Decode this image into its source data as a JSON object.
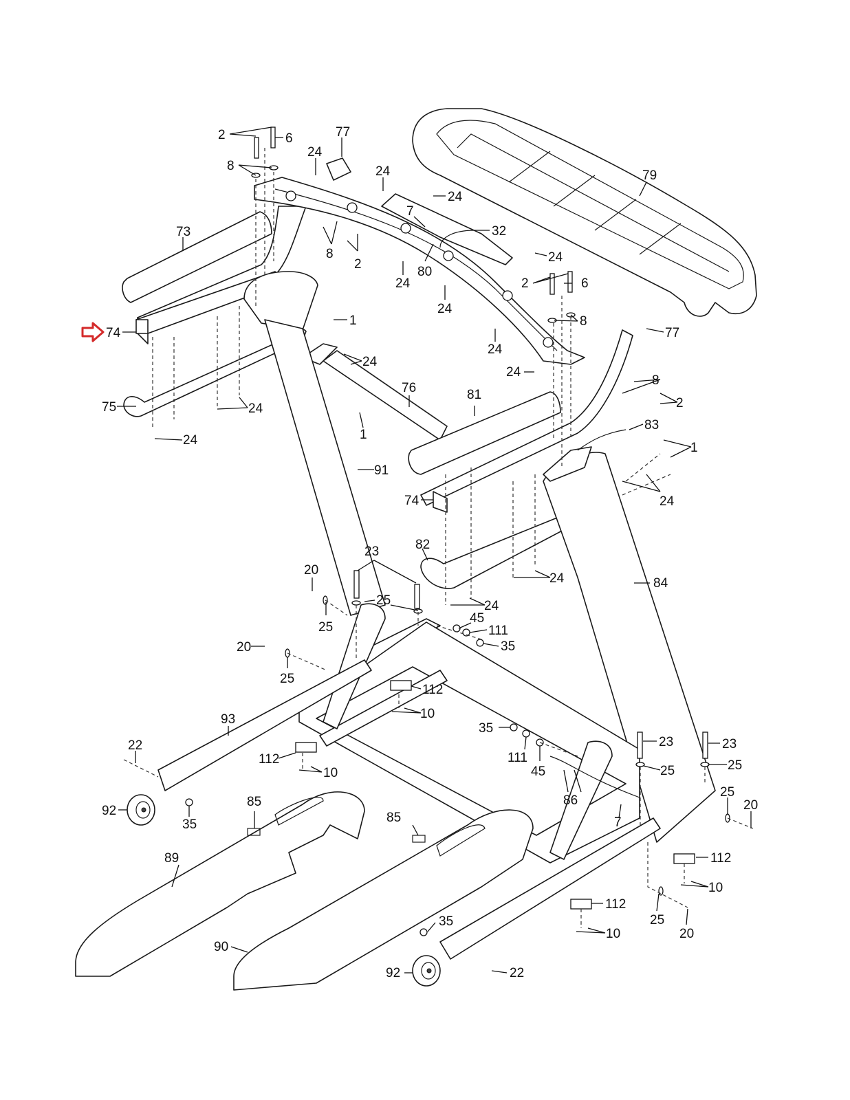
{
  "diagram": {
    "type": "exploded parts diagram",
    "highlight": {
      "part": "74",
      "indicator": "arrow-right",
      "color": "#d42a2a"
    },
    "callouts": [
      {
        "id": "c1",
        "label": "2"
      },
      {
        "id": "c2",
        "label": "6"
      },
      {
        "id": "c3",
        "label": "77"
      },
      {
        "id": "c4",
        "label": "24"
      },
      {
        "id": "c5",
        "label": "8"
      },
      {
        "id": "c6",
        "label": "24"
      },
      {
        "id": "c7",
        "label": "24"
      },
      {
        "id": "c8",
        "label": "79"
      },
      {
        "id": "c9",
        "label": "73"
      },
      {
        "id": "c10",
        "label": "7"
      },
      {
        "id": "c11",
        "label": "32"
      },
      {
        "id": "c12",
        "label": "8"
      },
      {
        "id": "c13",
        "label": "2"
      },
      {
        "id": "c14",
        "label": "24"
      },
      {
        "id": "c15",
        "label": "80"
      },
      {
        "id": "c16",
        "label": "24"
      },
      {
        "id": "c17",
        "label": "2"
      },
      {
        "id": "c18",
        "label": "6"
      },
      {
        "id": "c19",
        "label": "24"
      },
      {
        "id": "c20",
        "label": "74"
      },
      {
        "id": "c21",
        "label": "1"
      },
      {
        "id": "c22",
        "label": "8"
      },
      {
        "id": "c23",
        "label": "77"
      },
      {
        "id": "c24",
        "label": "24"
      },
      {
        "id": "c25",
        "label": "24"
      },
      {
        "id": "c26",
        "label": "24"
      },
      {
        "id": "c27",
        "label": "8"
      },
      {
        "id": "c28",
        "label": "2"
      },
      {
        "id": "c29",
        "label": "75"
      },
      {
        "id": "c30",
        "label": "24"
      },
      {
        "id": "c31",
        "label": "76"
      },
      {
        "id": "c32",
        "label": "81"
      },
      {
        "id": "c33",
        "label": "24"
      },
      {
        "id": "c34",
        "label": "1"
      },
      {
        "id": "c35",
        "label": "83"
      },
      {
        "id": "c36",
        "label": "1"
      },
      {
        "id": "c37",
        "label": "91"
      },
      {
        "id": "c38",
        "label": "74"
      },
      {
        "id": "c39",
        "label": "24"
      },
      {
        "id": "c40",
        "label": "82"
      },
      {
        "id": "c41",
        "label": "23"
      },
      {
        "id": "c42",
        "label": "20"
      },
      {
        "id": "c43",
        "label": "24"
      },
      {
        "id": "c44",
        "label": "84"
      },
      {
        "id": "c45",
        "label": "25"
      },
      {
        "id": "c46",
        "label": "25"
      },
      {
        "id": "c47",
        "label": "24"
      },
      {
        "id": "c48",
        "label": "45"
      },
      {
        "id": "c49",
        "label": "111"
      },
      {
        "id": "c50",
        "label": "20"
      },
      {
        "id": "c51",
        "label": "35"
      },
      {
        "id": "c52",
        "label": "25"
      },
      {
        "id": "c53",
        "label": "112"
      },
      {
        "id": "c54",
        "label": "10"
      },
      {
        "id": "c55",
        "label": "93"
      },
      {
        "id": "c56",
        "label": "35"
      },
      {
        "id": "c57",
        "label": "22"
      },
      {
        "id": "c58",
        "label": "23"
      },
      {
        "id": "c59",
        "label": "23"
      },
      {
        "id": "c60",
        "label": "111"
      },
      {
        "id": "c61",
        "label": "112"
      },
      {
        "id": "c62",
        "label": "25"
      },
      {
        "id": "c63",
        "label": "25"
      },
      {
        "id": "c64",
        "label": "10"
      },
      {
        "id": "c65",
        "label": "45"
      },
      {
        "id": "c66",
        "label": "25"
      },
      {
        "id": "c67",
        "label": "20"
      },
      {
        "id": "c68",
        "label": "86"
      },
      {
        "id": "c69",
        "label": "92"
      },
      {
        "id": "c70",
        "label": "35"
      },
      {
        "id": "c71",
        "label": "85"
      },
      {
        "id": "c72",
        "label": "85"
      },
      {
        "id": "c73",
        "label": "7"
      },
      {
        "id": "c74",
        "label": "112"
      },
      {
        "id": "c75",
        "label": "89"
      },
      {
        "id": "c76",
        "label": "10"
      },
      {
        "id": "c77",
        "label": "112"
      },
      {
        "id": "c78",
        "label": "25"
      },
      {
        "id": "c79",
        "label": "20"
      },
      {
        "id": "c80",
        "label": "10"
      },
      {
        "id": "c81",
        "label": "35"
      },
      {
        "id": "c82",
        "label": "90"
      },
      {
        "id": "c83",
        "label": "92"
      },
      {
        "id": "c84",
        "label": "22"
      }
    ]
  }
}
